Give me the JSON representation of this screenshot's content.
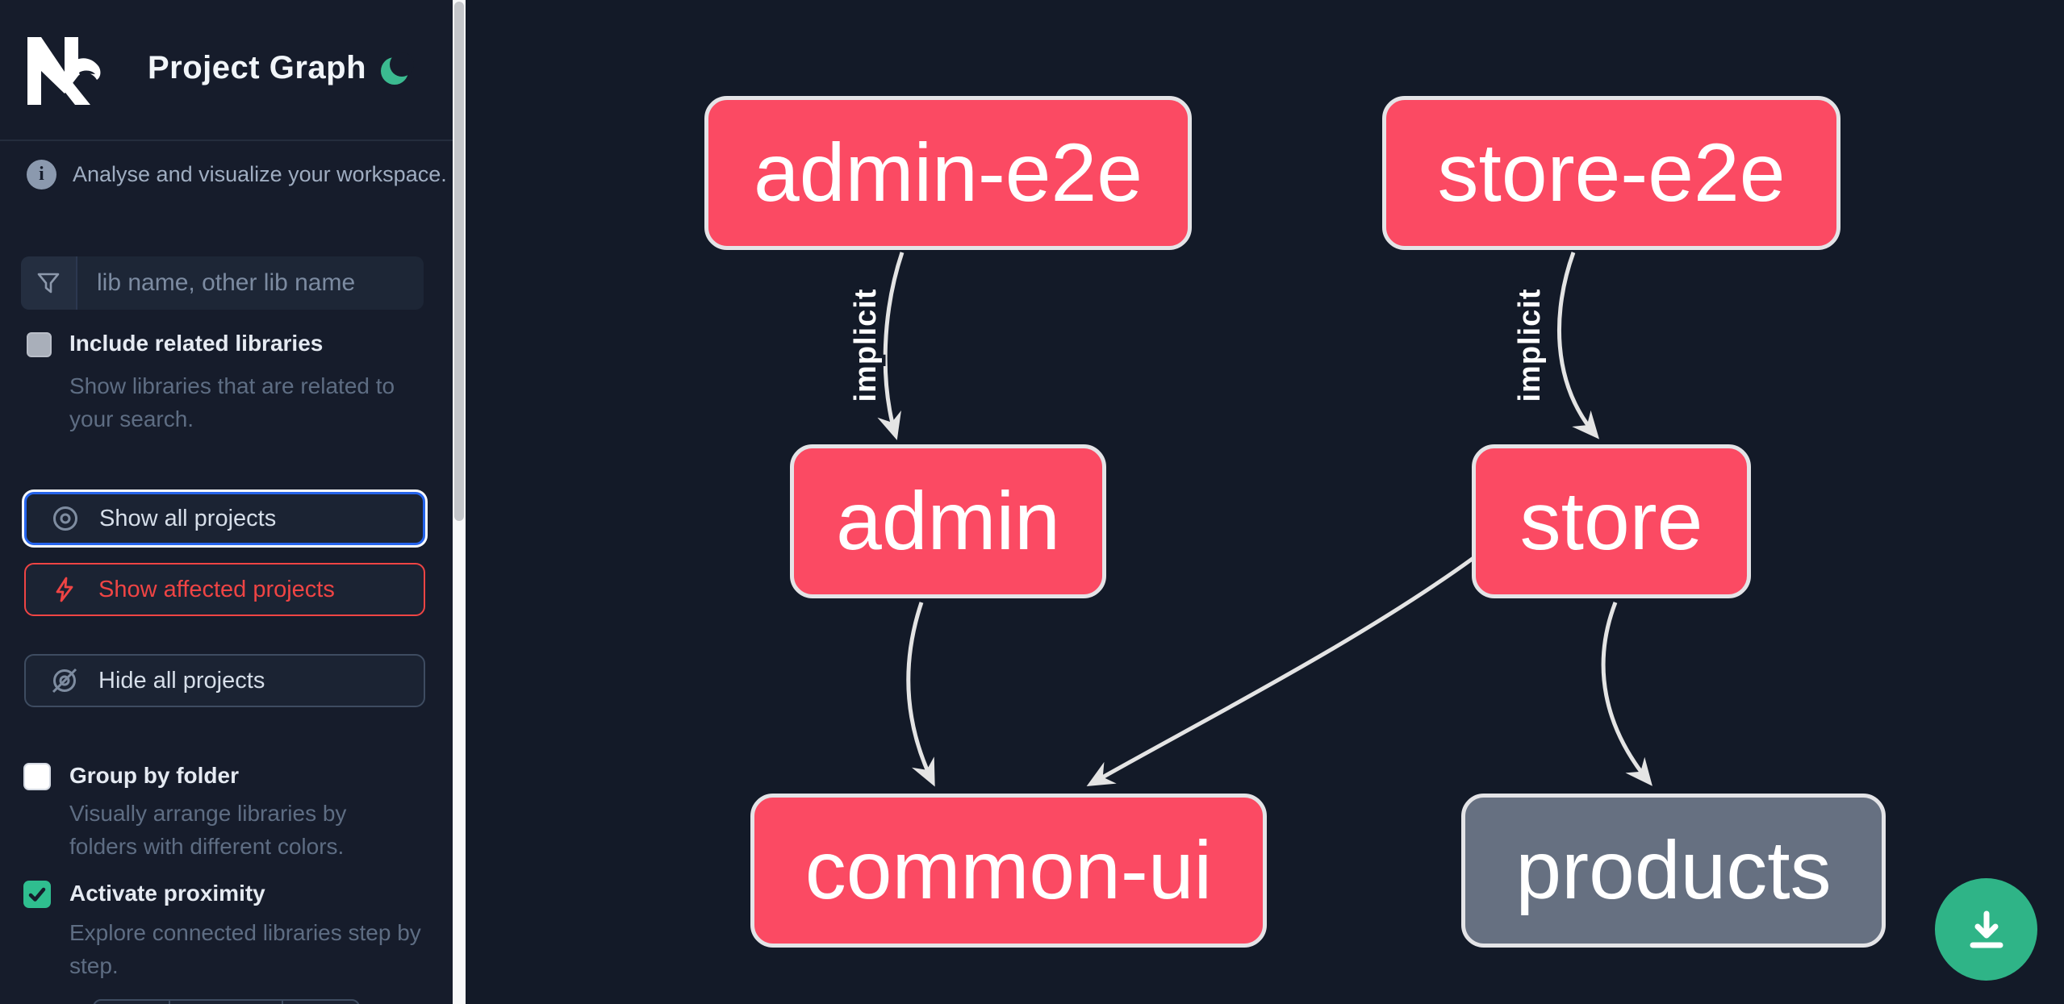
{
  "header": {
    "title": "Project Graph",
    "logo": "nx-logo",
    "theme_toggle": "dark-mode-moon"
  },
  "sidebar": {
    "tagline": "Analyse and visualize your workspace.",
    "search": {
      "placeholder": "lib name, other lib name"
    },
    "include_related": {
      "label": "Include related libraries",
      "description": "Show libraries that are related to your search.",
      "checked": false
    },
    "buttons": {
      "show_all": "Show all projects",
      "show_affected": "Show affected projects",
      "hide_all": "Hide all projects"
    },
    "group_by_folder": {
      "label": "Group by folder",
      "description": "Visually arrange libraries by folders with different colors.",
      "checked": false
    },
    "activate_proximity": {
      "label": "Activate proximity",
      "description": "Explore connected libraries step by step.",
      "checked": true
    }
  },
  "graph": {
    "nodes": [
      {
        "label": "admin-e2e",
        "type": "app"
      },
      {
        "label": "store-e2e",
        "type": "app"
      },
      {
        "label": "admin",
        "type": "app"
      },
      {
        "label": "store",
        "type": "app"
      },
      {
        "label": "common-ui",
        "type": "lib"
      },
      {
        "label": "products",
        "type": "lib-unfocused"
      }
    ],
    "edges": [
      {
        "from": "admin-e2e",
        "to": "admin",
        "label": "implicit"
      },
      {
        "from": "store-e2e",
        "to": "store",
        "label": "implicit"
      },
      {
        "from": "admin",
        "to": "common-ui",
        "label": ""
      },
      {
        "from": "store",
        "to": "common-ui",
        "label": ""
      },
      {
        "from": "store",
        "to": "products",
        "label": ""
      }
    ]
  },
  "colors": {
    "canvas_bg": "#131a28",
    "sidebar_bg": "#161c2b",
    "node_pink": "#fb4a63",
    "node_gray": "#667081",
    "node_border": "#e4e4e7",
    "edge": "#e4e4e4",
    "accent_blue": "#2563eb",
    "accent_red": "#ef4444",
    "accent_green": "#2fbe8f",
    "download_green": "#2fb487"
  }
}
